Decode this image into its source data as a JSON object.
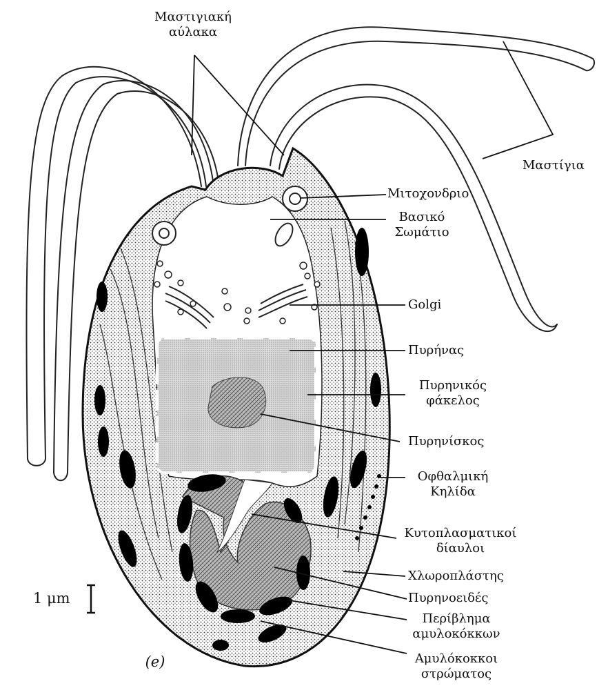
{
  "labels": {
    "flagellar_groove": [
      "Μαστιγιακή",
      "αύλακα"
    ],
    "flagella": "Μαστίγια",
    "mitochondrion": "Μιτοχονδριο",
    "basal_body": [
      "Βασικό",
      "Σωμάτιο"
    ],
    "golgi": "Golgi",
    "nucleus": "Πυρήνας",
    "nuclear_envelope": [
      "Πυρηνικός",
      "φάκελος"
    ],
    "nucleolus": "Πυρηνίσκος",
    "eyespot": [
      "Οφθαλμική",
      "Κηλίδα"
    ],
    "cytoplasmic_channels": [
      "Κυτοπλασματικοί",
      "δίαυλοι"
    ],
    "chloroplast": "Χλωροπλάστης",
    "pyrenoid": "Πυρηνοειδές",
    "starch_sheath": [
      "Περίβλημα",
      "αμυλοκόκκων"
    ],
    "stroma_starch": [
      "Αμυλόκοκκοι",
      "στρώματος"
    ]
  },
  "scale_bar": "1 μm",
  "panel_caption": "(e)"
}
